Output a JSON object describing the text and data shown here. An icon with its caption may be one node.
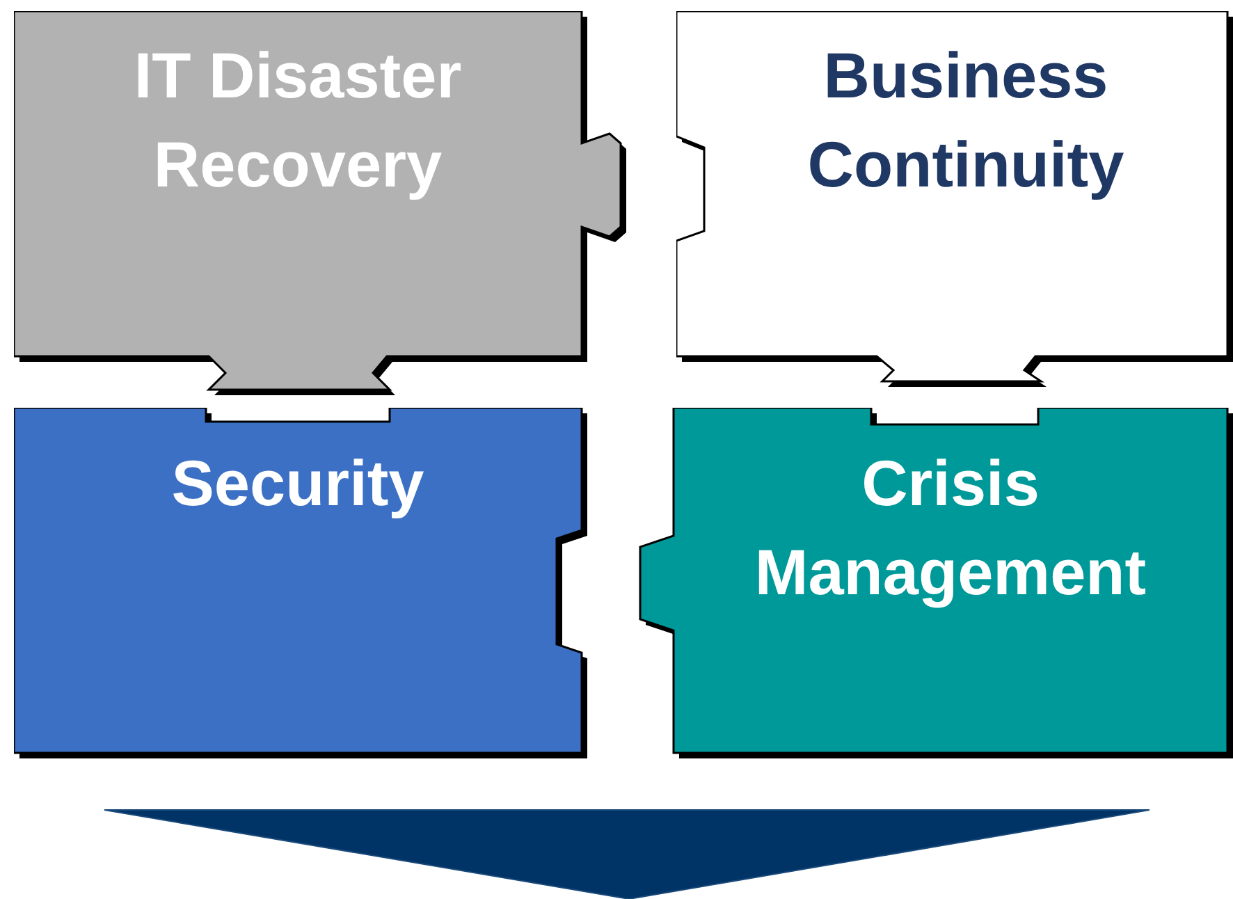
{
  "diagram": {
    "nodes": [
      {
        "text": [
          "IT Disaster Recovery"
        ]
      },
      {
        "text": [
          "Business Continuity"
        ]
      },
      {
        "text": [
          "Security"
        ]
      },
      {
        "text": [
          "Crisis Management"
        ]
      }
    ]
  }
}
